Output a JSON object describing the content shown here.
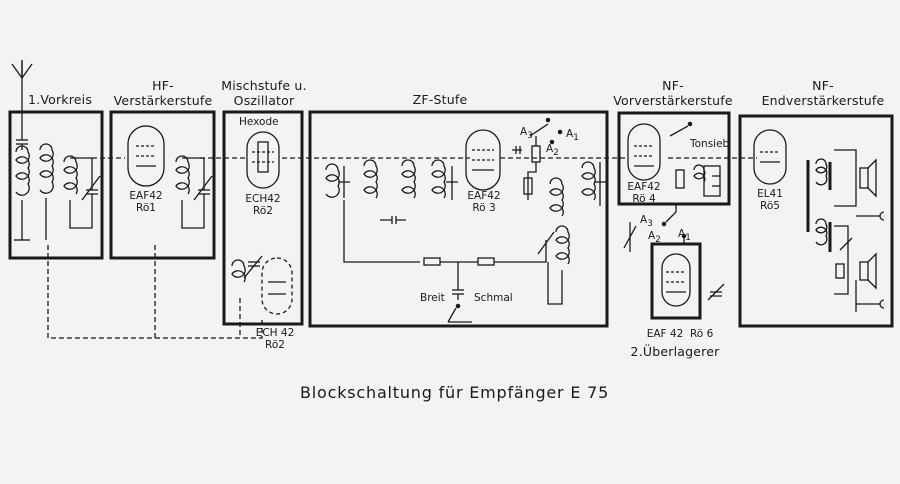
{
  "diagram": {
    "caption": "Blockschaltung für Empfänger E 75",
    "stages": [
      {
        "id": "vorkreis",
        "title": "1.Vorkreis"
      },
      {
        "id": "hf",
        "title_lines": [
          "HF-",
          "Verstärkerstufe"
        ]
      },
      {
        "id": "misch",
        "title_lines": [
          "Mischstufe u.",
          "Oszillator"
        ]
      },
      {
        "id": "zf",
        "title": "ZF-Stufe"
      },
      {
        "id": "nf-vor",
        "title_lines": [
          "NF-",
          "Vorverstärkerstufe"
        ]
      },
      {
        "id": "nf-end",
        "title_lines": [
          "NF-",
          "Endverstärkerstufe"
        ]
      }
    ],
    "tubes": {
      "ro1": {
        "type": "EAF42",
        "label": "Rö1"
      },
      "ro2": {
        "type": "ECH42",
        "label": "Rö2",
        "section": "Hexode"
      },
      "ro2_osc": {
        "type": "ECH 42",
        "label": "Rö2"
      },
      "ro3": {
        "type": "EAF42",
        "label": "Rö 3"
      },
      "ro4": {
        "type": "EAF42",
        "label": "Rö 4"
      },
      "ro5": {
        "type": "EL41",
        "label": "Rö5"
      },
      "ro6": {
        "type": "EAF 42",
        "label": "Rö 6"
      }
    },
    "second_oscillator_label": "2.Überlagerer",
    "labels": {
      "tonsieb": "Tonsieb",
      "breit": "Breit",
      "schmal": "Schmal",
      "a1": "A",
      "a2": "A",
      "a3": "A",
      "sub1": "1",
      "sub2": "2",
      "sub3": "3"
    },
    "colors": {
      "ink": "#1a1a1a",
      "paper": "#f3f3f1"
    }
  }
}
